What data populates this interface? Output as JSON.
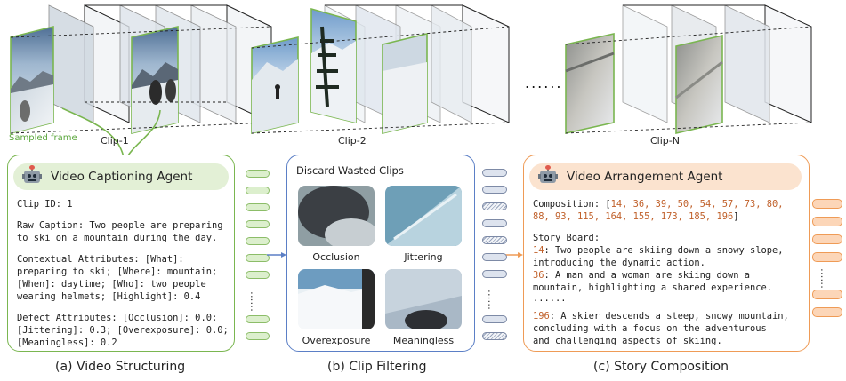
{
  "clips": [
    {
      "label": "Clip-1"
    },
    {
      "label": "Clip-2"
    },
    {
      "label": "Clip-N"
    }
  ],
  "sampled_frame_label": "Sampled frame",
  "between_clips_ellipsis": "......",
  "panel_a": {
    "title": "Video Captioning Agent",
    "clip_id": "Clip ID: 1",
    "raw_caption": "Raw Caption: Two people are preparing\nto ski on a mountain during the day.",
    "contextual": "Contextual Attributes: [What]:\npreparing to ski; [Where]: mountain;\n[When]: daytime; [Who]: two people\nwearing helmets; [Highlight]: 0.4",
    "defect": "Defect Attributes: [Occlusion]: 0.0;\n[Jittering]: 0.3; [Overexposure]: 0.0;\n[Meaningless]: 0.2",
    "caption": "(a) Video Structuring"
  },
  "panel_b": {
    "title": "Discard Wasted Clips",
    "items": [
      {
        "label": "Occlusion"
      },
      {
        "label": "Jittering"
      },
      {
        "label": "Overexposure"
      },
      {
        "label": "Meaningless"
      }
    ],
    "caption": "(b) Clip Filtering"
  },
  "panel_c": {
    "title": "Video Arrangement Agent",
    "composition_label": "Composition: [",
    "composition_line1": "14, 36, 39, 50, 54, 57, 73, 80,",
    "composition_line2": "88, 93, 115, 164, 155, 173, 185, 196",
    "composition_end": "]",
    "storyboard_label": "Story Board:",
    "entries": [
      {
        "id": "14",
        "text": ": Two people are skiing down a snowy slope,\nintroducing the dynamic action."
      },
      {
        "id": "36",
        "text": ": A man and a woman are skiing down a\nmountain, highlighting a shared experience."
      },
      {
        "id": "196",
        "text": ": A skier descends a steep, snowy mountain,\nconcluding with a focus on the adventurous\nand challenging aspects of skiing."
      }
    ],
    "ellipsis": "......",
    "caption": "(c) Story Composition"
  },
  "token_ellipsis": "......",
  "colors": {
    "green": "#7ab650",
    "blue": "#5b7fc6",
    "orange": "#ef9b56",
    "highlight": "#c0602a"
  }
}
